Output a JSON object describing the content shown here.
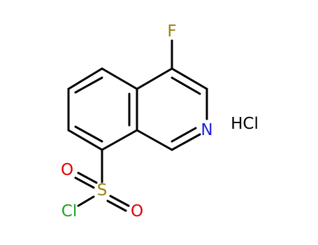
{
  "molecule": {
    "atoms": {
      "F": "F",
      "N": "N",
      "S": "S",
      "O_top": "O",
      "O_bottom": "O",
      "Cl": "Cl"
    },
    "counterion": "HCl"
  },
  "colors": {
    "bond": "#000000",
    "F": "#9a7f10",
    "N": "#2020d8",
    "S": "#9a8410",
    "O": "#e00000",
    "Cl": "#1fa31f",
    "HCl": "#000000"
  }
}
